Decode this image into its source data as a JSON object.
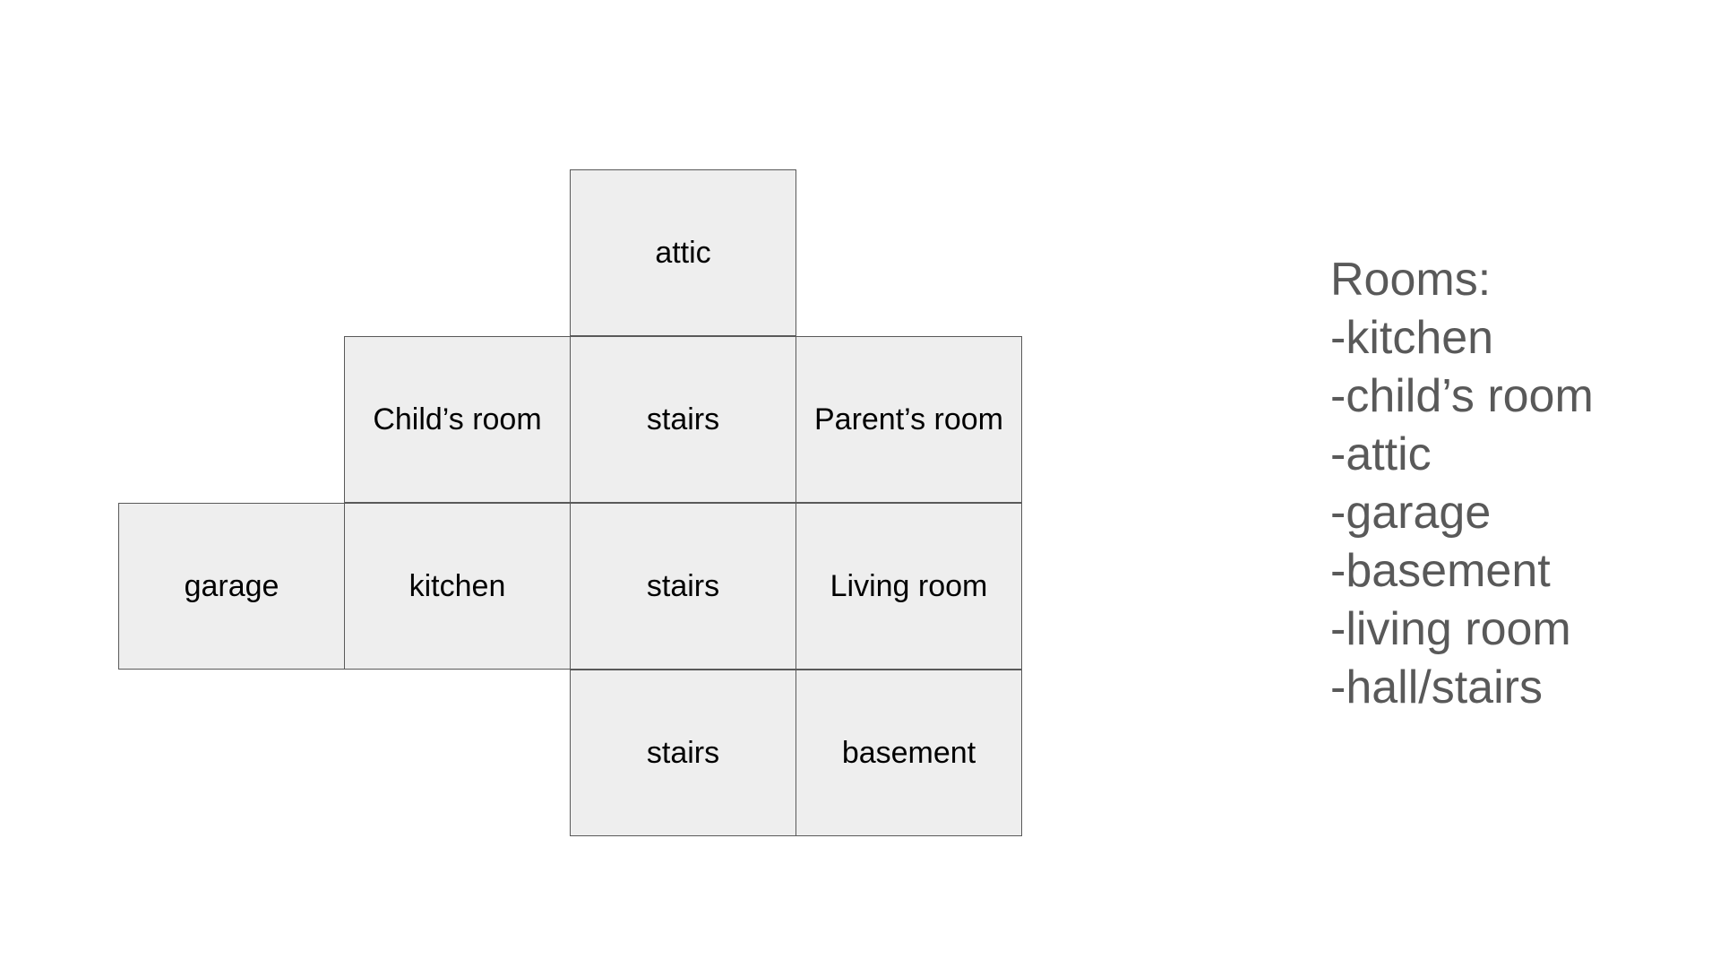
{
  "floor_plan": {
    "attic": "attic",
    "childs_room": "Child’s room",
    "stairs_upper": "stairs",
    "parents_room": "Parent’s room",
    "garage": "garage",
    "kitchen": "kitchen",
    "stairs_middle": "stairs",
    "living_room": "Living room",
    "stairs_lower": "stairs",
    "basement": "basement"
  },
  "legend": {
    "title": "Rooms:",
    "items": [
      "-kitchen",
      "-child’s room",
      "-attic",
      "-garage",
      "-basement",
      "-living room",
      "-hall/stairs"
    ]
  }
}
